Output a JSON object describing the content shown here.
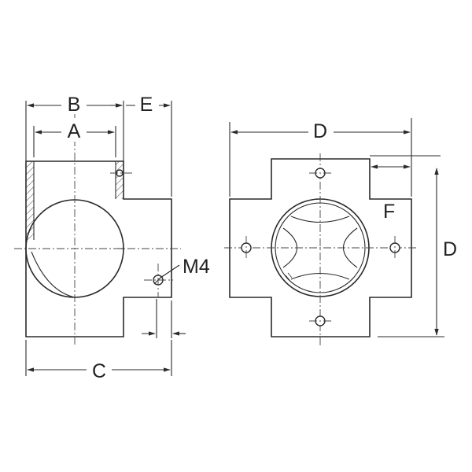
{
  "labels": {
    "A": "A",
    "B": "B",
    "C": "C",
    "D_top": "D",
    "D_right": "D",
    "E": "E",
    "F": "F",
    "M4": "M4"
  }
}
